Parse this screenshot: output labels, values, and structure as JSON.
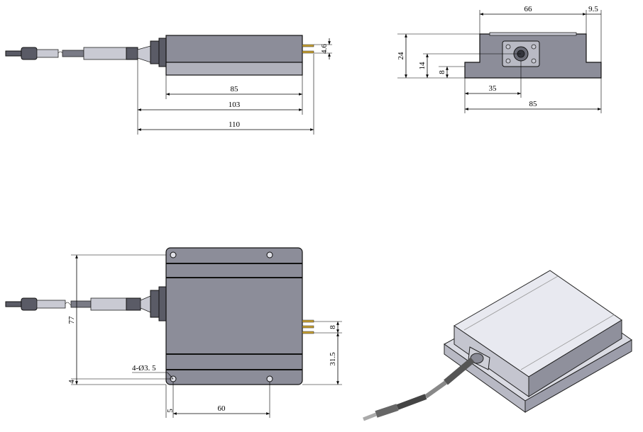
{
  "views": {
    "side": {
      "dims": {
        "body_len": "85",
        "len_103": "103",
        "len_110": "110",
        "height": "4.6"
      }
    },
    "front": {
      "dims": {
        "width_66": "66",
        "edge_9_5": "9.5",
        "height_24": "24",
        "height_14": "14",
        "height_8": "8",
        "offset_35": "35",
        "width_85": "85"
      }
    },
    "top": {
      "dims": {
        "length_77": "77",
        "edge_4": "4",
        "hole_note": "4-Ø3. 5",
        "pin_span": "8",
        "pin_offset": "31.5",
        "edge_5": "5",
        "hole_span": "60"
      }
    },
    "iso": {}
  },
  "colors": {
    "body": "#8c8d99",
    "lid": "#e6e7ef",
    "line": "#000000"
  }
}
